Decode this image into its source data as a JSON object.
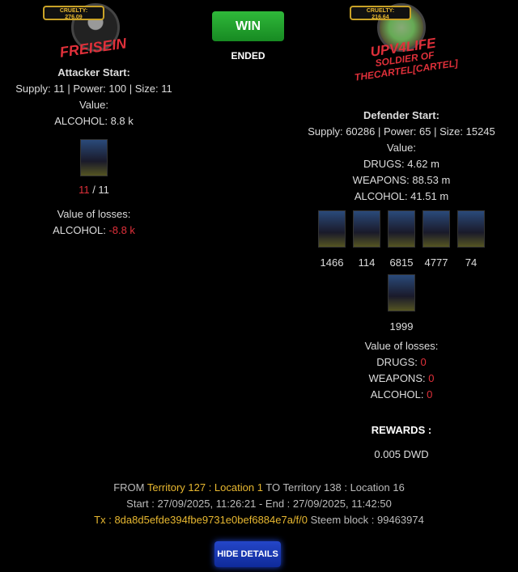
{
  "attacker": {
    "cruelty_label": "CRUELTY:",
    "cruelty_value": "276.09",
    "name": "FREISEIN",
    "start_title": "Attacker Start:",
    "stats": "Supply: 11 | Power: 100 | Size: 11",
    "value_label": "Value:",
    "values": [
      "ALCOHOL: 8.8 k"
    ],
    "unit_count_lost": "11",
    "unit_count_total": " / 11",
    "losses_label": "Value of losses:",
    "losses": [
      {
        "label": "ALCOHOL: ",
        "value": "-8.8 k"
      }
    ]
  },
  "result": {
    "badge": "WIN",
    "status": "ENDED",
    "color": "#1e9a2a"
  },
  "defender": {
    "cruelty_label": "CRUELTY:",
    "cruelty_value": "216.64",
    "name": "UPV4LIFE",
    "subtitle1": "SOLDIER OF",
    "subtitle2": "THECARTEL[CARTEL]",
    "start_title": "Defender Start:",
    "stats": "Supply: 60286 | Power: 65 | Size: 15245",
    "value_label": "Value:",
    "values": [
      "DRUGS: 4.62 m",
      "WEAPONS: 88.53 m",
      "ALCOHOL: 41.51 m"
    ],
    "units": [
      "1466",
      "114",
      "6815",
      "4777",
      "74",
      "1999"
    ],
    "losses_label": "Value of losses:",
    "losses": [
      {
        "label": "DRUGS: ",
        "value": "0"
      },
      {
        "label": "WEAPONS: ",
        "value": "0"
      },
      {
        "label": "ALCOHOL: ",
        "value": "0"
      }
    ]
  },
  "rewards": {
    "title": "REWARDS :",
    "value": "0.005 DWD"
  },
  "footer": {
    "from": "FROM ",
    "from_loc": "Territory 127 : Location 1",
    "to": " TO Territory 138 : Location 16",
    "times": "Start : 27/09/2025, 11:26:21 - End : 27/09/2025, 11:42:50",
    "tx_label": "Tx : ",
    "tx": "8da8d5efde394fbe9731e0bef6884e7a/f/0",
    "block": " Steem block : 99463974"
  },
  "hide_details": "HIDE DETAILS"
}
